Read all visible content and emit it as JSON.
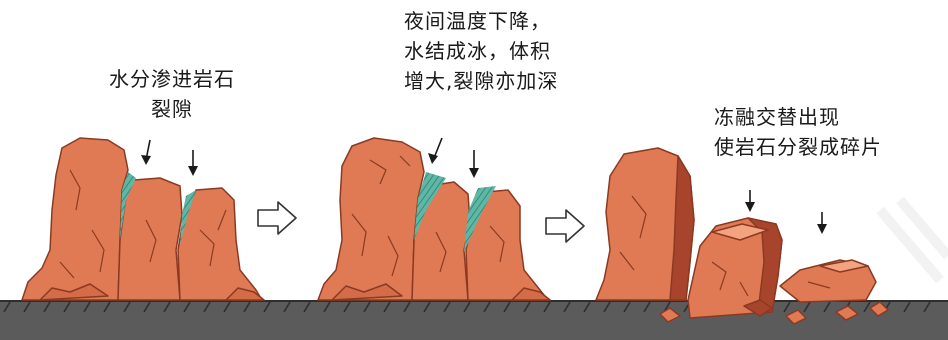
{
  "stages": [
    {
      "caption_lines": [
        "水分渗进岩石",
        "裂隙"
      ]
    },
    {
      "caption_lines": [
        "夜间温度下降，",
        "水结成冰，体积",
        "增大,裂隙亦加深"
      ]
    },
    {
      "caption_lines": [
        "冻融交替出现",
        "使岩石分裂成碎片"
      ]
    }
  ],
  "colors": {
    "rock": "#e07a55",
    "rock_dark": "#a8442c",
    "ice": "#5fb7a6",
    "ground": "#5b5b5b",
    "ground_hatch": "#2e2e2e"
  }
}
